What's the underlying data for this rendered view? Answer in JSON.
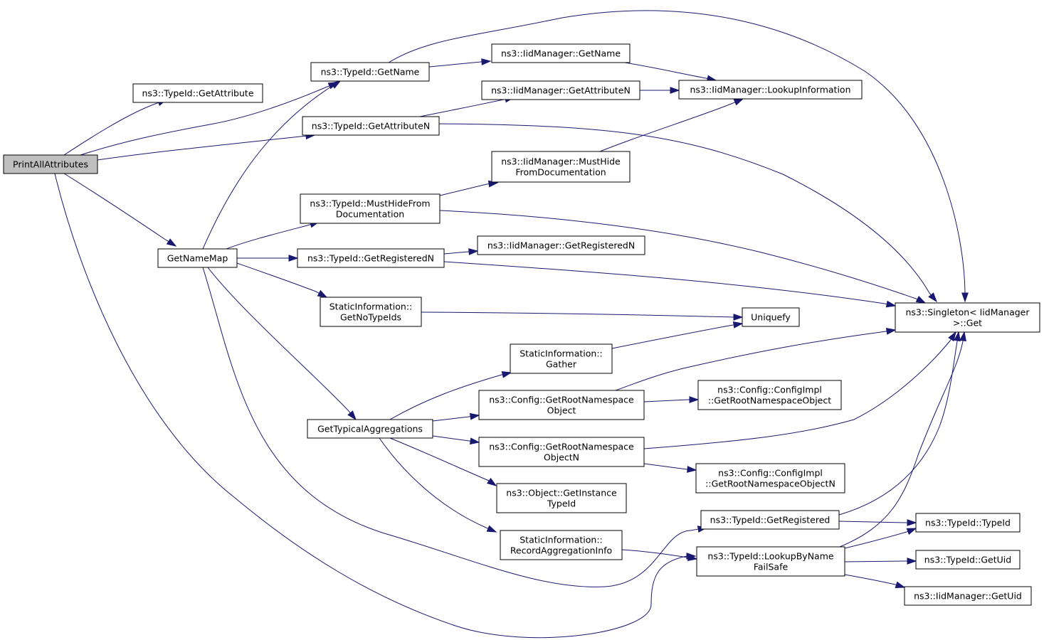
{
  "diagram": {
    "colors": {
      "edge": "#191970",
      "node_border": "#000000",
      "root_fill": "#bfbfbf",
      "node_fill": "#ffffff"
    },
    "nodes": {
      "print": [
        "PrintAllAttributes"
      ],
      "getAttribute": [
        "ns3::TypeId::GetAttribute"
      ],
      "getName": [
        "ns3::TypeId::GetName"
      ],
      "getAttributeN": [
        "ns3::TypeId::GetAttributeN"
      ],
      "getNameMap": [
        "GetNameMap"
      ],
      "mustHide": [
        "ns3::TypeId::MustHideFrom",
        "Documentation"
      ],
      "getRegisteredN": [
        "ns3::TypeId::GetRegisteredN"
      ],
      "staticNoTypeIds": [
        "StaticInformation::",
        "GetNoTypeIds"
      ],
      "getTypicalAgg": [
        "GetTypicalAggregations"
      ],
      "iidGetName": [
        "ns3::IidManager::GetName"
      ],
      "iidGetAttributeN": [
        "ns3::IidManager::GetAttributeN"
      ],
      "iidMustHide": [
        "ns3::IidManager::MustHide",
        "FromDocumentation"
      ],
      "iidGetRegisteredN": [
        "ns3::IidManager::GetRegisteredN"
      ],
      "staticGather": [
        "StaticInformation::",
        "Gather"
      ],
      "cfgRootNs": [
        "ns3::Config::GetRootNamespace",
        "Object"
      ],
      "cfgRootNsN": [
        "ns3::Config::GetRootNamespace",
        "ObjectN"
      ],
      "objGetInstance": [
        "ns3::Object::GetInstance",
        "TypeId"
      ],
      "staticRecordAgg": [
        "StaticInformation::",
        "RecordAggregationInfo"
      ],
      "iidLookupInfo": [
        "ns3::IidManager::LookupInformation"
      ],
      "uniquefy": [
        "Uniquefy"
      ],
      "implRootNs": [
        "ns3::Config::ConfigImpl",
        "::GetRootNamespaceObject"
      ],
      "implRootNsN": [
        "ns3::Config::ConfigImpl",
        "::GetRootNamespaceObjectN"
      ],
      "getRegistered": [
        "ns3::TypeId::GetRegistered"
      ],
      "lookupByName": [
        "ns3::TypeId::LookupByName",
        "FailSafe"
      ],
      "singletonGet": [
        "ns3::Singleton< IidManager",
        ">::Get"
      ],
      "typeIdCtor": [
        "ns3::TypeId::TypeId"
      ],
      "typeIdGetUid": [
        "ns3::TypeId::GetUid"
      ],
      "iidGetUid": [
        "ns3::IidManager::GetUid"
      ]
    }
  }
}
